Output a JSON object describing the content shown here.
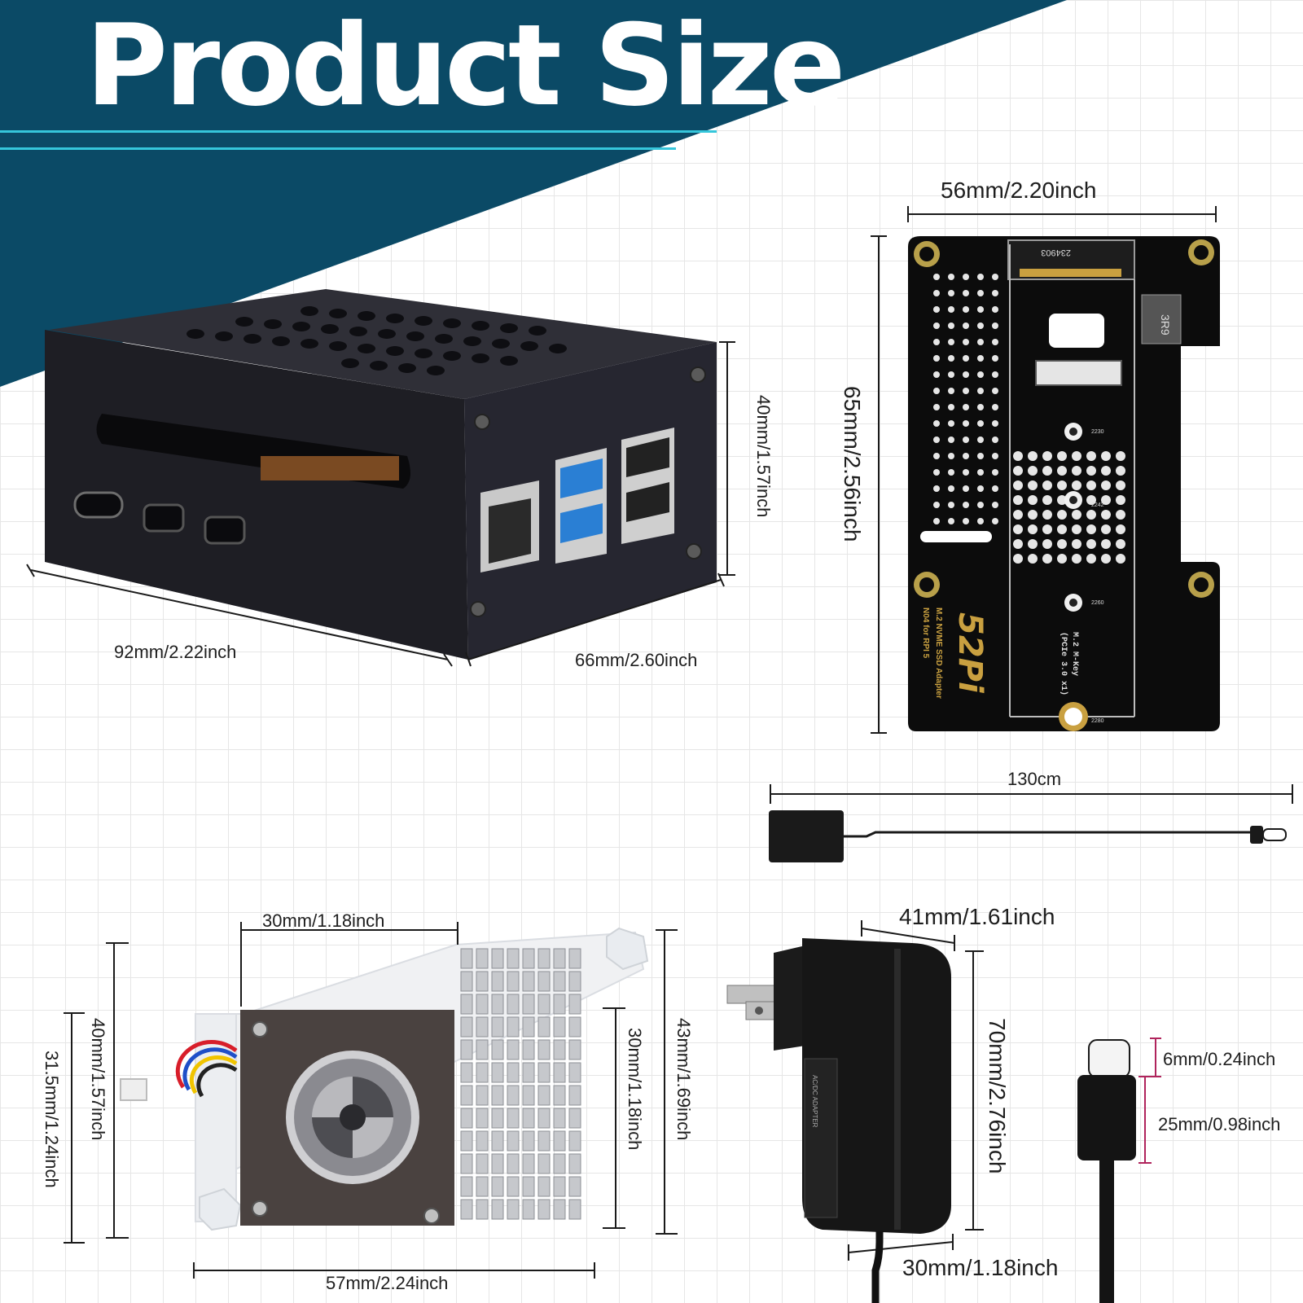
{
  "title": "Product Size",
  "colors": {
    "banner": "#0b4a66",
    "accent_line": "#35c6db",
    "dim_line": "#1a1a1a",
    "magenta_dim": "#b0245c"
  },
  "case": {
    "length": "92mm/2.22inch",
    "width": "66mm/2.60inch",
    "height": "40mm/1.57inch"
  },
  "board": {
    "width": "56mm/2.20inch",
    "height": "65mm/2.56inch",
    "logo": "52Pi",
    "silk": [
      "M.2 NVME SSD Adapter",
      "N04 for RPI 5",
      "M.2 M-Key",
      "(PCIe 3.0 x1)"
    ],
    "chip": "3R9",
    "code": "234903",
    "marks": [
      "2230",
      "2242",
      "2260",
      "2280"
    ]
  },
  "cable": {
    "length": "130cm"
  },
  "cooler": {
    "fan_width": "30mm/1.18inch",
    "total_width": "57mm/2.24inch",
    "left_height_outer": "40mm/1.57inch",
    "left_height_inner": "31.5mm/1.24inch",
    "fan_height": "30mm/1.18inch",
    "total_height": "43mm/1.69inch"
  },
  "adapter": {
    "width": "41mm/1.61inch",
    "height": "70mm/2.76inch",
    "depth": "30mm/1.18inch",
    "label": "AC/DC ADAPTER"
  },
  "usbc": {
    "tip": "6mm/0.24inch",
    "body": "25mm/0.98inch"
  }
}
